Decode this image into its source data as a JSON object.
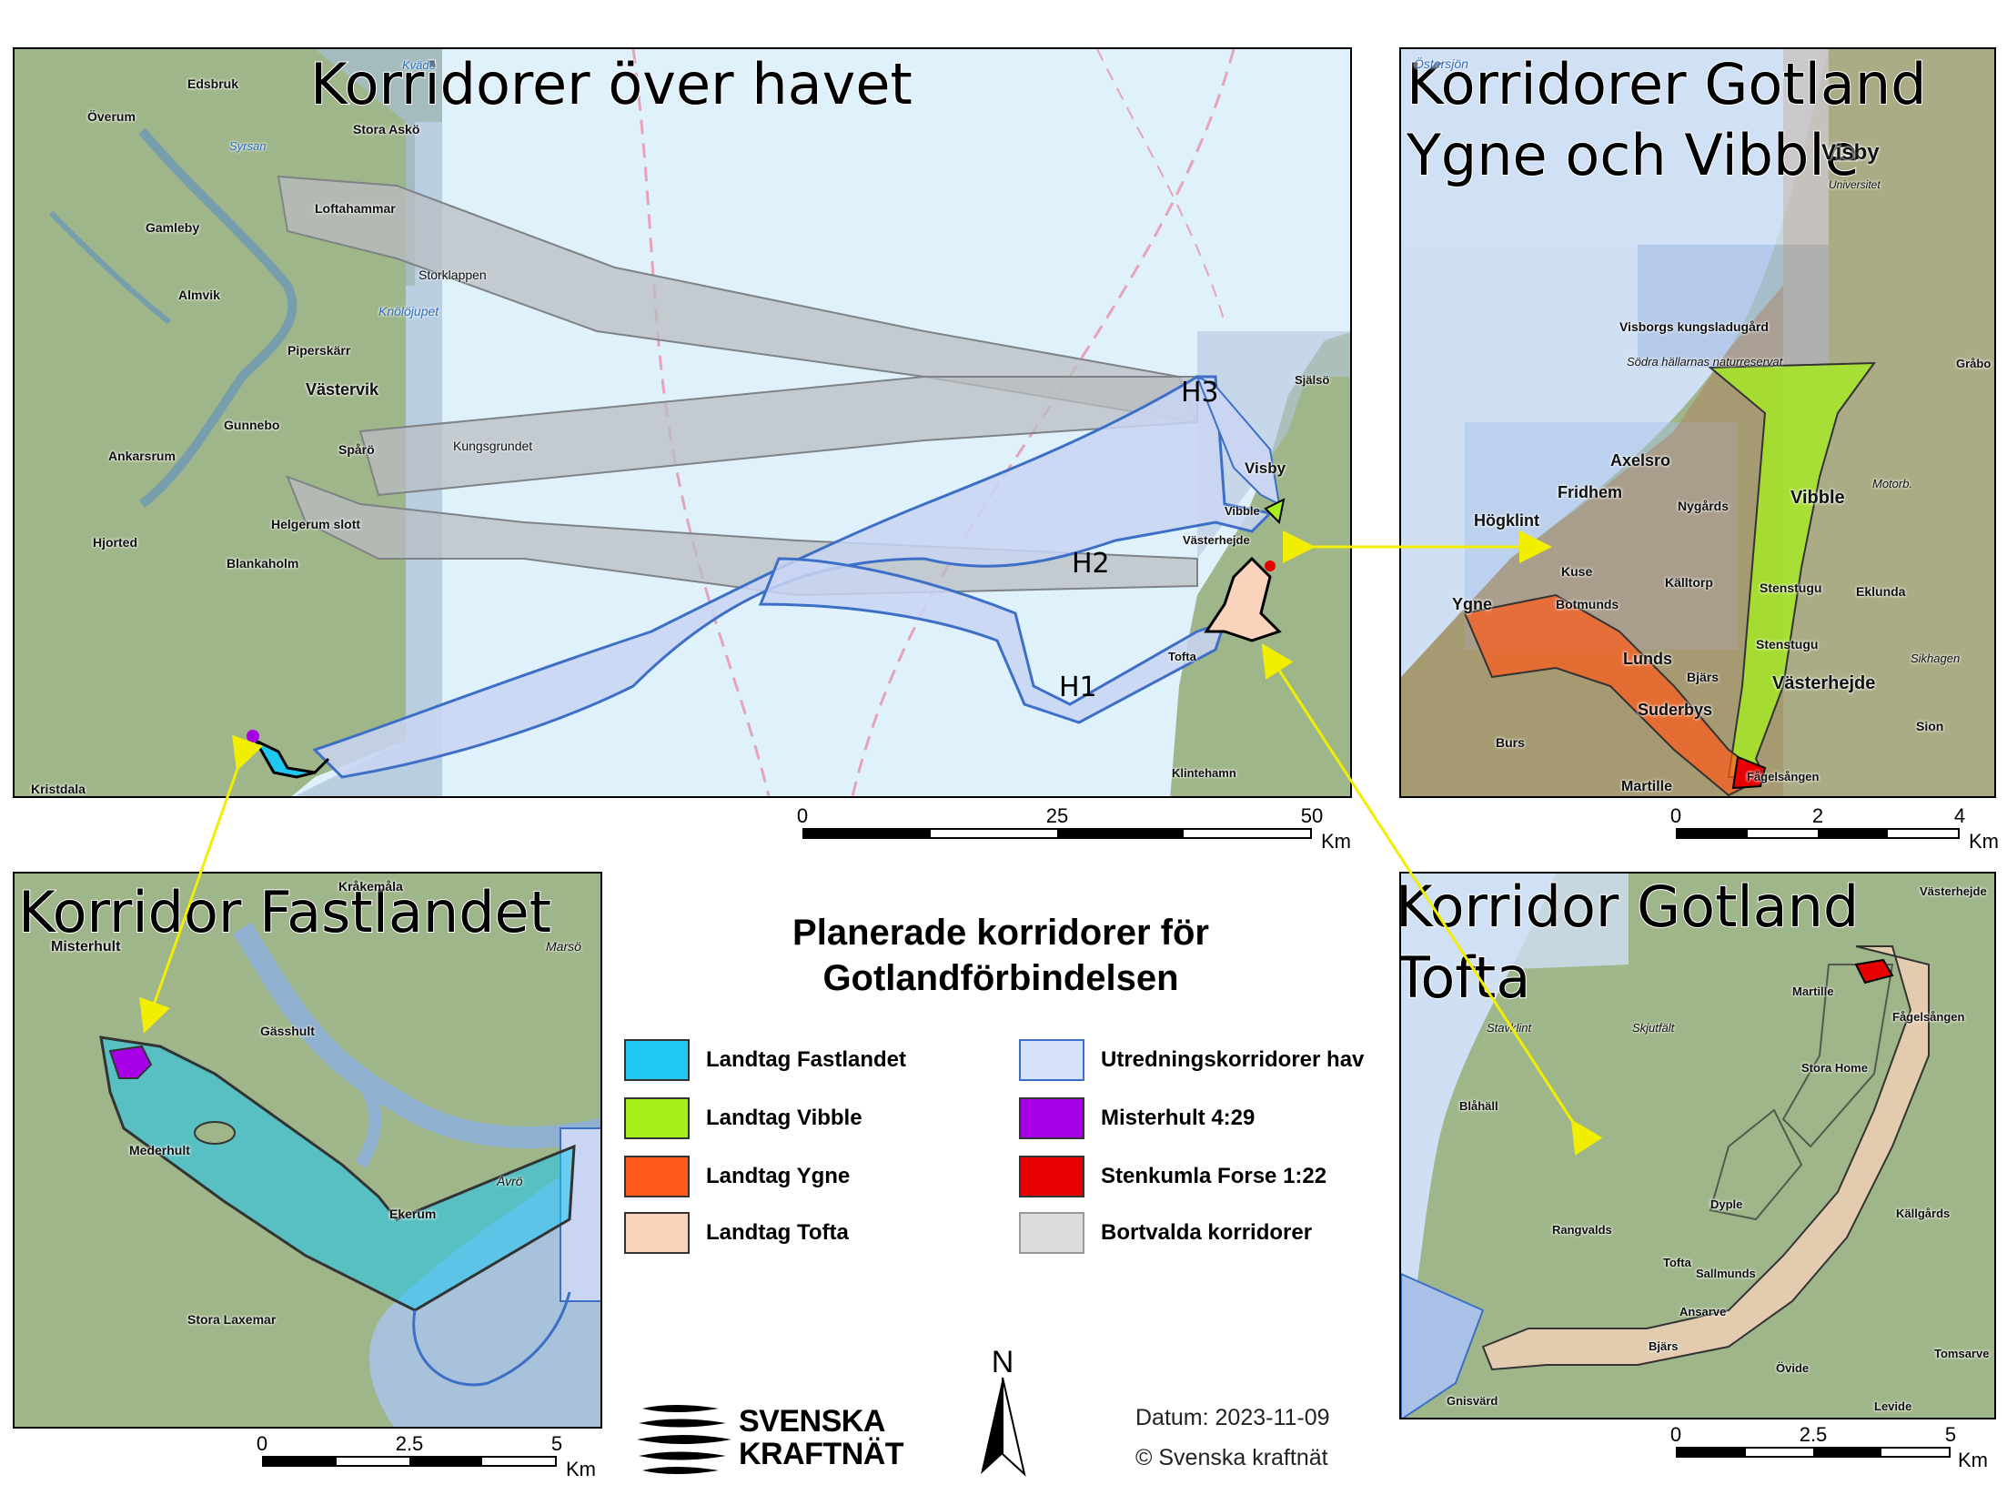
{
  "panels": {
    "sea": {
      "title": "Korridorer över havet"
    },
    "ygne_vibble": {
      "title_line1": "Korridorer Gotland",
      "title_line2": "Ygne och Vibble"
    },
    "fastlandet": {
      "title": "Korridor Fastlandet"
    },
    "tofta": {
      "title_line1": "Korridor Gotland",
      "title_line2": "Tofta"
    }
  },
  "corridor_labels": {
    "h1": "H1",
    "h2": "H2",
    "h3": "H3"
  },
  "places": {
    "sea": [
      "Edsbruk",
      "Överum",
      "Stora Askö",
      "Loftahammar",
      "Gamleby",
      "Storklappen",
      "Knölöjupet",
      "Almvik",
      "Piperskärr",
      "Västervik",
      "Gunnebo",
      "Spårö",
      "Kungsgrundet",
      "Ankarsrum",
      "Helgerum slott",
      "Hjorted",
      "Blankaholm",
      "Kristdala",
      "Själsö",
      "Visby",
      "Vibble",
      "Västerhejde",
      "Tofta",
      "Klintehamn",
      "Kvädö",
      "Syrsan"
    ],
    "ygne_vibble": [
      "Östersjön",
      "Visby",
      "Universitet",
      "Visborgs kungsladugård",
      "Södra hällarnas naturreservat",
      "Gråbo",
      "Axelsro",
      "Fridhem",
      "Högklint",
      "Nygårds",
      "Vibble",
      "Motorb.",
      "Kuse",
      "Källtorp",
      "Stenstugu",
      "Eklunda",
      "Ygne",
      "Botmunds",
      "Stenstugu",
      "Lunds",
      "Bjärs",
      "Västerhejde",
      "Sikhagen",
      "Suderbys",
      "Sion",
      "Burs",
      "Fågelsången",
      "Martille"
    ],
    "fastlandet": [
      "Kråkemåla",
      "Misterhult",
      "Marsö",
      "Gässhult",
      "Mederhult",
      "Ekerum",
      "Avrö",
      "Stora Laxemar"
    ],
    "tofta": [
      "Västerhejde",
      "Martille",
      "Fågelsången",
      "Stavklint",
      "Skjutfält",
      "Stora Home",
      "Blåhäll",
      "Dyple",
      "Källgårds",
      "Rangvalds",
      "Tofta",
      "Sallmunds",
      "Ansarve",
      "Bjärs",
      "Tomsarve",
      "Övide",
      "Gnisvärd",
      "Levide"
    ]
  },
  "scalebars": {
    "sea": {
      "ticks": [
        "0",
        "25",
        "50"
      ],
      "unit": "Km"
    },
    "ygne_vibble": {
      "ticks": [
        "0",
        "2",
        "4"
      ],
      "unit": "Km"
    },
    "fastlandet": {
      "ticks": [
        "0",
        "2.5",
        "5"
      ],
      "unit": "Km"
    },
    "tofta": {
      "ticks": [
        "0",
        "2.5",
        "5"
      ],
      "unit": "Km"
    }
  },
  "legend": {
    "title_line1": "Planerade korridorer för",
    "title_line2": "Gotlandförbindelsen",
    "items": [
      {
        "label": "Landtag Fastlandet",
        "color": "#1ec8f0"
      },
      {
        "label": "Landtag Vibble",
        "color": "#a6f01c"
      },
      {
        "label": "Landtag Ygne",
        "color": "#ff5a1a"
      },
      {
        "label": "Landtag Tofta",
        "color": "#f9d3bb"
      },
      {
        "label": "Utredningskorridorer hav",
        "color": "#d6e2fa"
      },
      {
        "label": "Misterhult 4:29",
        "color": "#a800e6"
      },
      {
        "label": "Stenkumla Forse 1:22",
        "color": "#e60000"
      },
      {
        "label": "Bortvalda korridorer",
        "color": "#dcdcdc"
      }
    ]
  },
  "north_arrow": {
    "label": "N"
  },
  "logo": {
    "line1": "SVENSKA",
    "line2": "KRAFTNÄT"
  },
  "footer": {
    "date": "Datum: 2023-11-09",
    "copyright": "© Svenska kraftnät"
  },
  "colors": {
    "sea": "#dff1fb",
    "land": "#9fb58a",
    "corridor_fill": "#c9d5f2",
    "corridor_line": "#3d6fc7",
    "rejected": "#b9bcc2",
    "arrow": "#f2ee00"
  }
}
